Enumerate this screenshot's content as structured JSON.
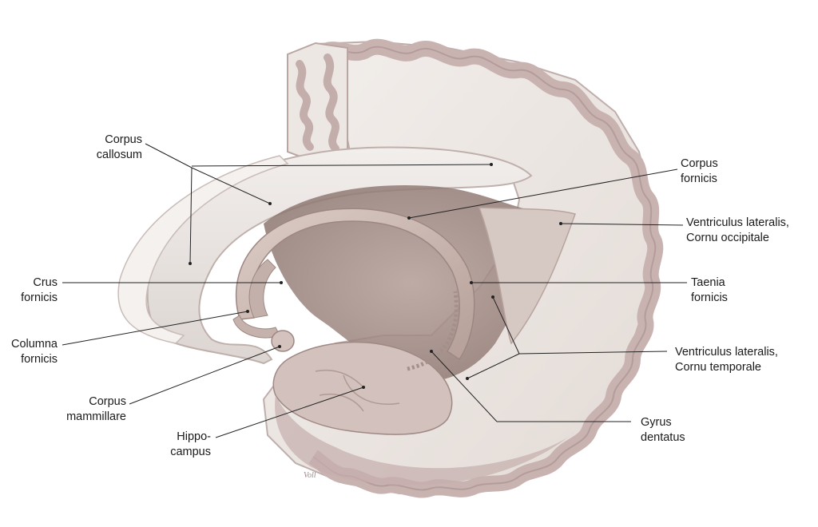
{
  "labels": {
    "corpus_callosum": [
      "Corpus",
      "callosum"
    ],
    "corpus_fornicis": [
      "Corpus",
      "fornicis"
    ],
    "ventriculus_occipitale": [
      "Ventriculus lateralis,",
      "Cornu occipitale"
    ],
    "crus_fornicis": [
      "Crus",
      "fornicis"
    ],
    "taenia_fornicis": [
      "Taenia",
      "fornicis"
    ],
    "columna_fornicis": [
      "Columna",
      "fornicis"
    ],
    "ventriculus_temporale": [
      "Ventriculus lateralis,",
      "Cornu temporale"
    ],
    "corpus_mammillare": [
      "Corpus",
      "mammillare"
    ],
    "gyrus_dentatus": [
      "Gyrus",
      "dentatus"
    ],
    "hippocampus": [
      "Hippo-",
      "campus"
    ]
  },
  "signature": "Voll",
  "colors": {
    "white_matter": "#ece6e2",
    "grey_matter": "#c2acab",
    "fornix": "#cbb7b1",
    "deep": "#9c8580",
    "line": "#222222"
  }
}
